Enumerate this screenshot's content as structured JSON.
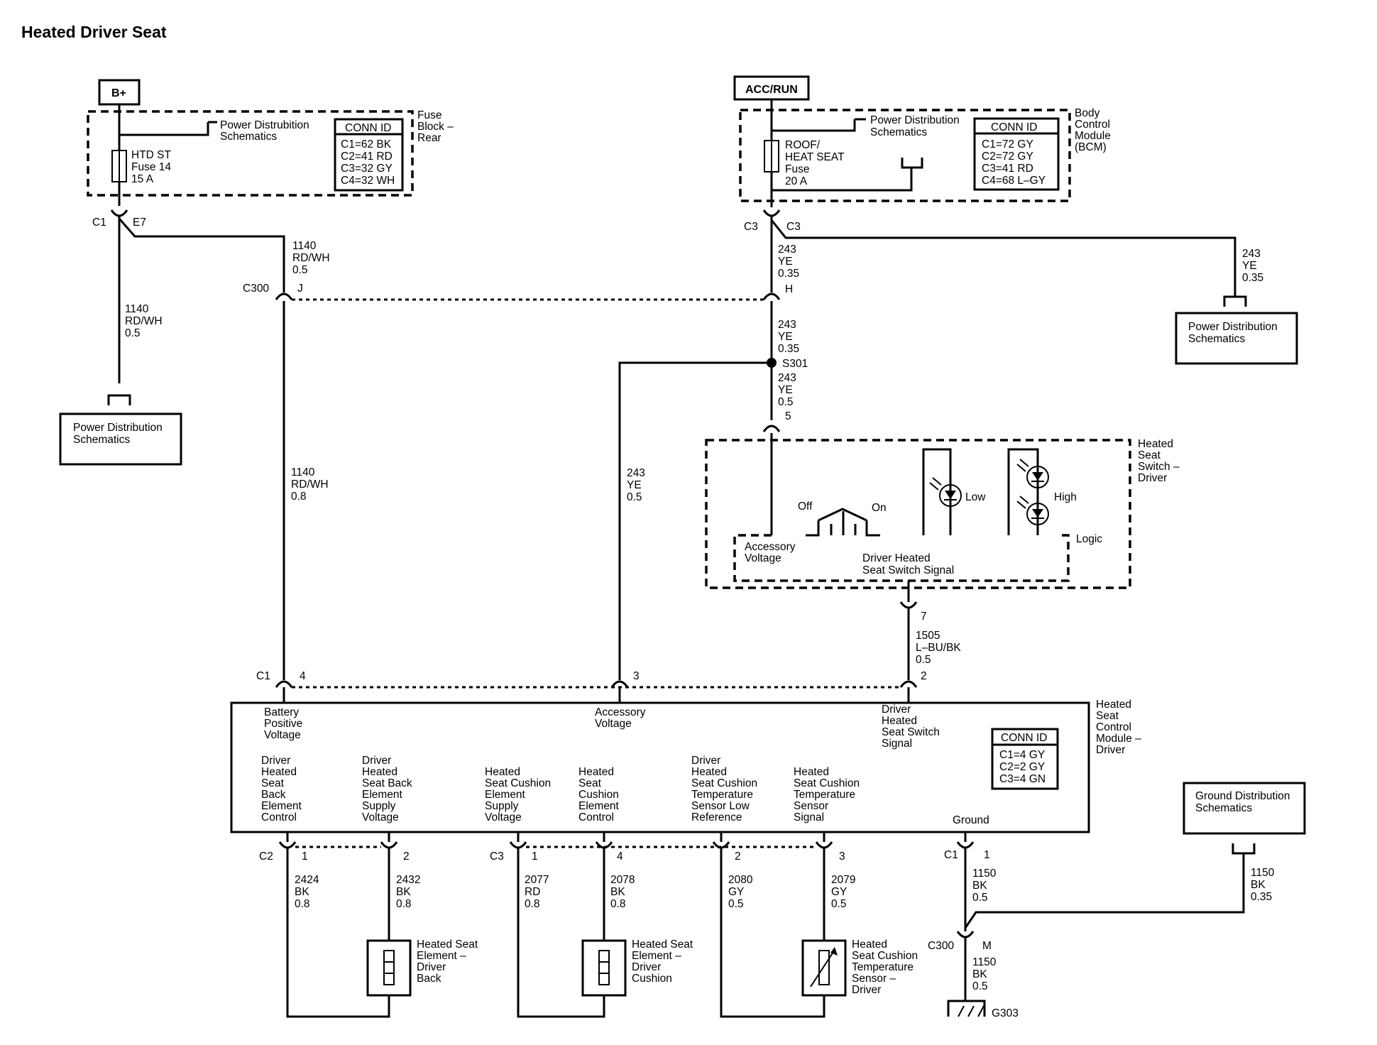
{
  "title": "Heated Driver Seat",
  "sources": {
    "bplus": "B+",
    "acc_run": "ACC/RUN"
  },
  "fuse_block_rear": {
    "name": [
      "Fuse",
      "Block –",
      "Rear"
    ],
    "pds_ref": [
      "Power Distrubition",
      "Schematics"
    ],
    "fuse": [
      "HTD ST",
      "Fuse 14",
      "15 A"
    ],
    "conn_id_title": "CONN ID",
    "conn_id": [
      "C1=62 BK",
      "C2=41 RD",
      "C3=32 GY",
      "C4=32 WH"
    ]
  },
  "bcm": {
    "name": [
      "Body",
      "Control",
      "Module",
      "(BCM)"
    ],
    "pds_ref": [
      "Power Distribution",
      "Schematics"
    ],
    "fuse": [
      "ROOF/",
      "HEAT SEAT",
      "Fuse",
      "20 A"
    ],
    "conn_id_title": "CONN ID",
    "conn_id": [
      "C1=72 GY",
      "C2=72 GY",
      "C3=41 RD",
      "C4=68 L–GY"
    ]
  },
  "connectors": {
    "c1": "C1",
    "e7": "E7",
    "c3": "C3",
    "c3b": "C3",
    "c300": "C300",
    "j": "J",
    "h": "H",
    "s301": "S301",
    "pin5": "5",
    "pin7": "7",
    "hscm_c1": "C1",
    "pin4": "4",
    "pin3": "3",
    "pin2": "2",
    "c2": "C2",
    "c2_1": "1",
    "c2_2": "2",
    "c3l": "C3",
    "c3_1": "1",
    "c3_4": "4",
    "c3_2": "2",
    "c3_3": "3",
    "gnd_c1": "C1",
    "gnd_1": "1",
    "c300b": "C300",
    "m": "M",
    "g303": "G303"
  },
  "wires": {
    "w1140_a": [
      "1140",
      "RD/WH",
      "0.5"
    ],
    "w1140_b": [
      "1140",
      "RD/WH",
      "0.5"
    ],
    "w1140_c": [
      "1140",
      "RD/WH",
      "0.8"
    ],
    "w243_a": [
      "243",
      "YE",
      "0.35"
    ],
    "w243_b": [
      "243",
      "YE",
      "0.35"
    ],
    "w243_c": [
      "243",
      "YE",
      "0.35"
    ],
    "w243_d": [
      "243",
      "YE",
      "0.5"
    ],
    "w243_e": [
      "243",
      "YE",
      "0.5"
    ],
    "w1505": [
      "1505",
      "L–BU/BK",
      "0.5"
    ],
    "w2424": [
      "2424",
      "BK",
      "0.8"
    ],
    "w2432": [
      "2432",
      "BK",
      "0.8"
    ],
    "w2077": [
      "2077",
      "RD",
      "0.8"
    ],
    "w2078": [
      "2078",
      "BK",
      "0.8"
    ],
    "w2080": [
      "2080",
      "GY",
      "0.5"
    ],
    "w2079": [
      "2079",
      "GY",
      "0.5"
    ],
    "w1150_a": [
      "1150",
      "BK",
      "0.5"
    ],
    "w1150_b": [
      "1150",
      "BK",
      "0.35"
    ],
    "w1150_c": [
      "1150",
      "BK",
      "0.5"
    ]
  },
  "pds_boxes": {
    "left": [
      "Power Distribution",
      "Schematics"
    ],
    "right": [
      "Power Distribution",
      "Schematics"
    ],
    "ground": [
      "Ground Distribution",
      "Schematics"
    ]
  },
  "switch": {
    "name": [
      "Heated",
      "Seat",
      "Switch –",
      "Driver"
    ],
    "off": "Off",
    "on": "On",
    "low": "Low",
    "high": "High",
    "logic": "Logic",
    "acc_voltage": [
      "Accessory",
      "Voltage"
    ],
    "signal": [
      "Driver Heated",
      "Seat Switch Signal"
    ]
  },
  "hscm": {
    "name": [
      "Heated",
      "Seat",
      "Control",
      "Module –",
      "Driver"
    ],
    "batt": [
      "Battery",
      "Positive",
      "Voltage"
    ],
    "acc": [
      "Accessory",
      "Voltage"
    ],
    "sw_signal": [
      "Driver",
      "Heated",
      "Seat Switch",
      "Signal"
    ],
    "back_ctrl": [
      "Driver",
      "Heated",
      "Seat",
      "Back",
      "Element",
      "Control"
    ],
    "back_supply": [
      "Driver",
      "Heated",
      "Seat Back",
      "Element",
      "Supply",
      "Voltage"
    ],
    "cush_supply": [
      "Heated",
      "Seat Cushion",
      "Element",
      "Supply",
      "Voltage"
    ],
    "cush_ctrl": [
      "Heated",
      "Seat",
      "Cushion",
      "Element",
      "Control"
    ],
    "temp_low": [
      "Driver",
      "Heated",
      "Seat Cushion",
      "Temperature",
      "Sensor Low",
      "Reference"
    ],
    "temp_sig": [
      "Heated",
      "Seat Cushion",
      "Temperature",
      "Sensor",
      "Signal"
    ],
    "ground": "Ground",
    "conn_id_title": "CONN ID",
    "conn_id": [
      "C1=4 GY",
      "C2=2 GY",
      "C3=4 GN"
    ]
  },
  "components": {
    "back_elem": [
      "Heated Seat",
      "Element –",
      "Driver",
      "Back"
    ],
    "cush_elem": [
      "Heated Seat",
      "Element –",
      "Driver",
      "Cushion"
    ],
    "temp_sensor": [
      "Heated",
      "Seat Cushion",
      "Temperature",
      "Sensor –",
      "Driver"
    ]
  }
}
